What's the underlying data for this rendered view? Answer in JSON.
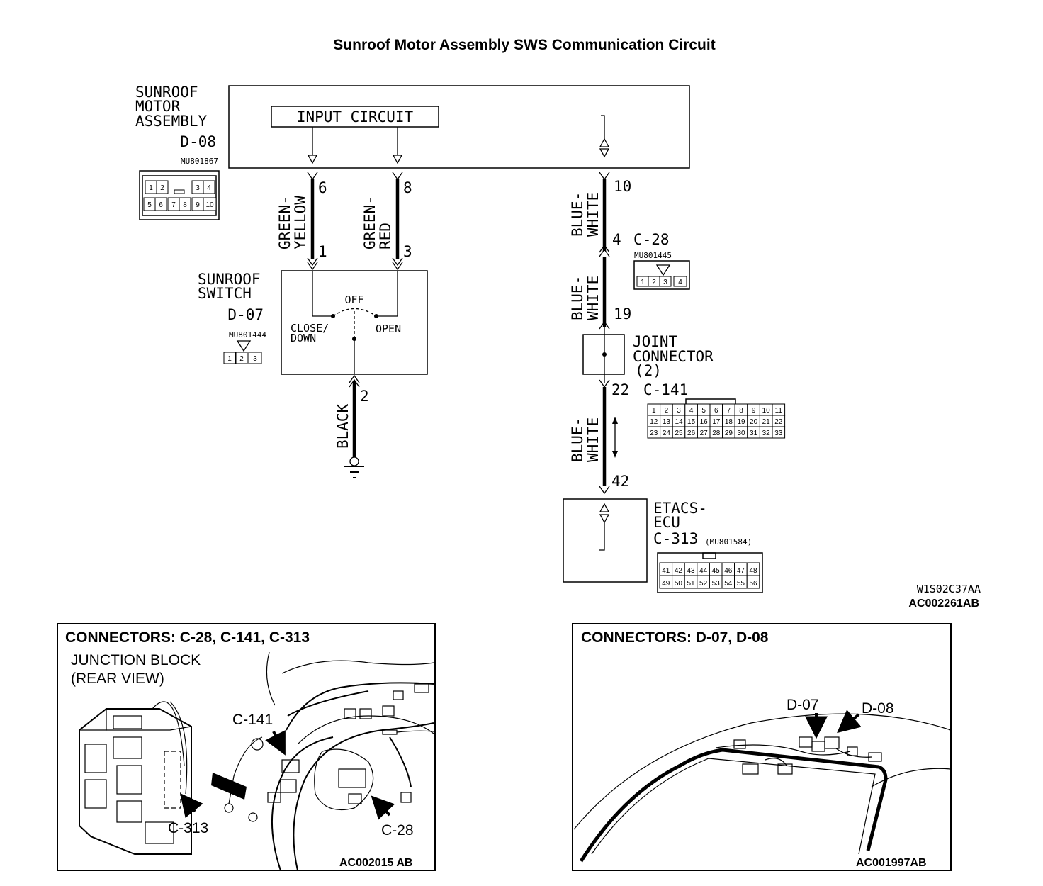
{
  "title": "Sunroof Motor Assembly SWS Communication Circuit",
  "motor": {
    "name_lines": [
      "SUNROOF",
      "MOTOR",
      "ASSEMBLY"
    ],
    "connector": "D-08",
    "part": "MU801867",
    "input_circuit": "INPUT CIRCUIT",
    "pins_top": [
      "1",
      "2",
      "3",
      "4"
    ],
    "pins_bottom": [
      "5",
      "6",
      "7",
      "8",
      "9",
      "10"
    ]
  },
  "wires": {
    "gy_lines": [
      "GREEN-",
      "YELLOW"
    ],
    "gr_lines": [
      "GREEN-",
      "RED"
    ],
    "bw1_lines": [
      "BLUE-",
      "WHITE"
    ],
    "bw2_lines": [
      "BLUE-",
      "WHITE"
    ],
    "bw3_lines": [
      "BLUE-",
      "WHITE"
    ],
    "black": "BLACK"
  },
  "pins": {
    "p6": "6",
    "p8": "8",
    "p10": "10",
    "p1": "1",
    "p3": "3",
    "p4": "4",
    "p19": "19",
    "p2": "2",
    "p22": "22",
    "p42": "42"
  },
  "switch": {
    "name_lines": [
      "SUNROOF",
      "SWITCH"
    ],
    "connector": "D-07",
    "part": "MU801444",
    "off": "OFF",
    "close_lines": [
      "CLOSE/",
      "DOWN"
    ],
    "open": "OPEN",
    "pins": [
      "1",
      "2",
      "3"
    ]
  },
  "c28": {
    "label": "C-28",
    "part": "MU801445",
    "pins": [
      "1",
      "2",
      "3",
      "4"
    ]
  },
  "joint": {
    "lines": [
      "JOINT",
      "CONNECTOR",
      "(2)"
    ]
  },
  "c141": {
    "label": "C-141",
    "rows": [
      [
        "1",
        "2",
        "3",
        "4",
        "5",
        "6",
        "7",
        "8",
        "9",
        "10",
        "11"
      ],
      [
        "12",
        "13",
        "14",
        "15",
        "16",
        "17",
        "18",
        "19",
        "20",
        "21",
        "22"
      ],
      [
        "23",
        "24",
        "25",
        "26",
        "27",
        "28",
        "29",
        "30",
        "31",
        "32",
        "33"
      ]
    ]
  },
  "etacs": {
    "lines": [
      "ETACS-",
      "ECU"
    ],
    "connector": "C-313",
    "part": "(MU801584)",
    "rows": [
      [
        "41",
        "42",
        "43",
        "44",
        "45",
        "46",
        "47",
        "48"
      ],
      [
        "49",
        "50",
        "51",
        "52",
        "53",
        "54",
        "55",
        "56"
      ]
    ]
  },
  "codes": {
    "code1": "W1S02C37AA",
    "code2": "AC002261AB"
  },
  "panel_left": {
    "title": "CONNECTORS: C-28, C-141, C-313",
    "jb_lines": [
      "JUNCTION BLOCK",
      "(REAR VIEW)"
    ],
    "c141": "C-141",
    "c313": "C-313",
    "c28": "C-28",
    "code": "AC002015 AB"
  },
  "panel_right": {
    "title": "CONNECTORS: D-07, D-08",
    "d07": "D-07",
    "d08": "D-08",
    "code": "AC001997AB"
  }
}
